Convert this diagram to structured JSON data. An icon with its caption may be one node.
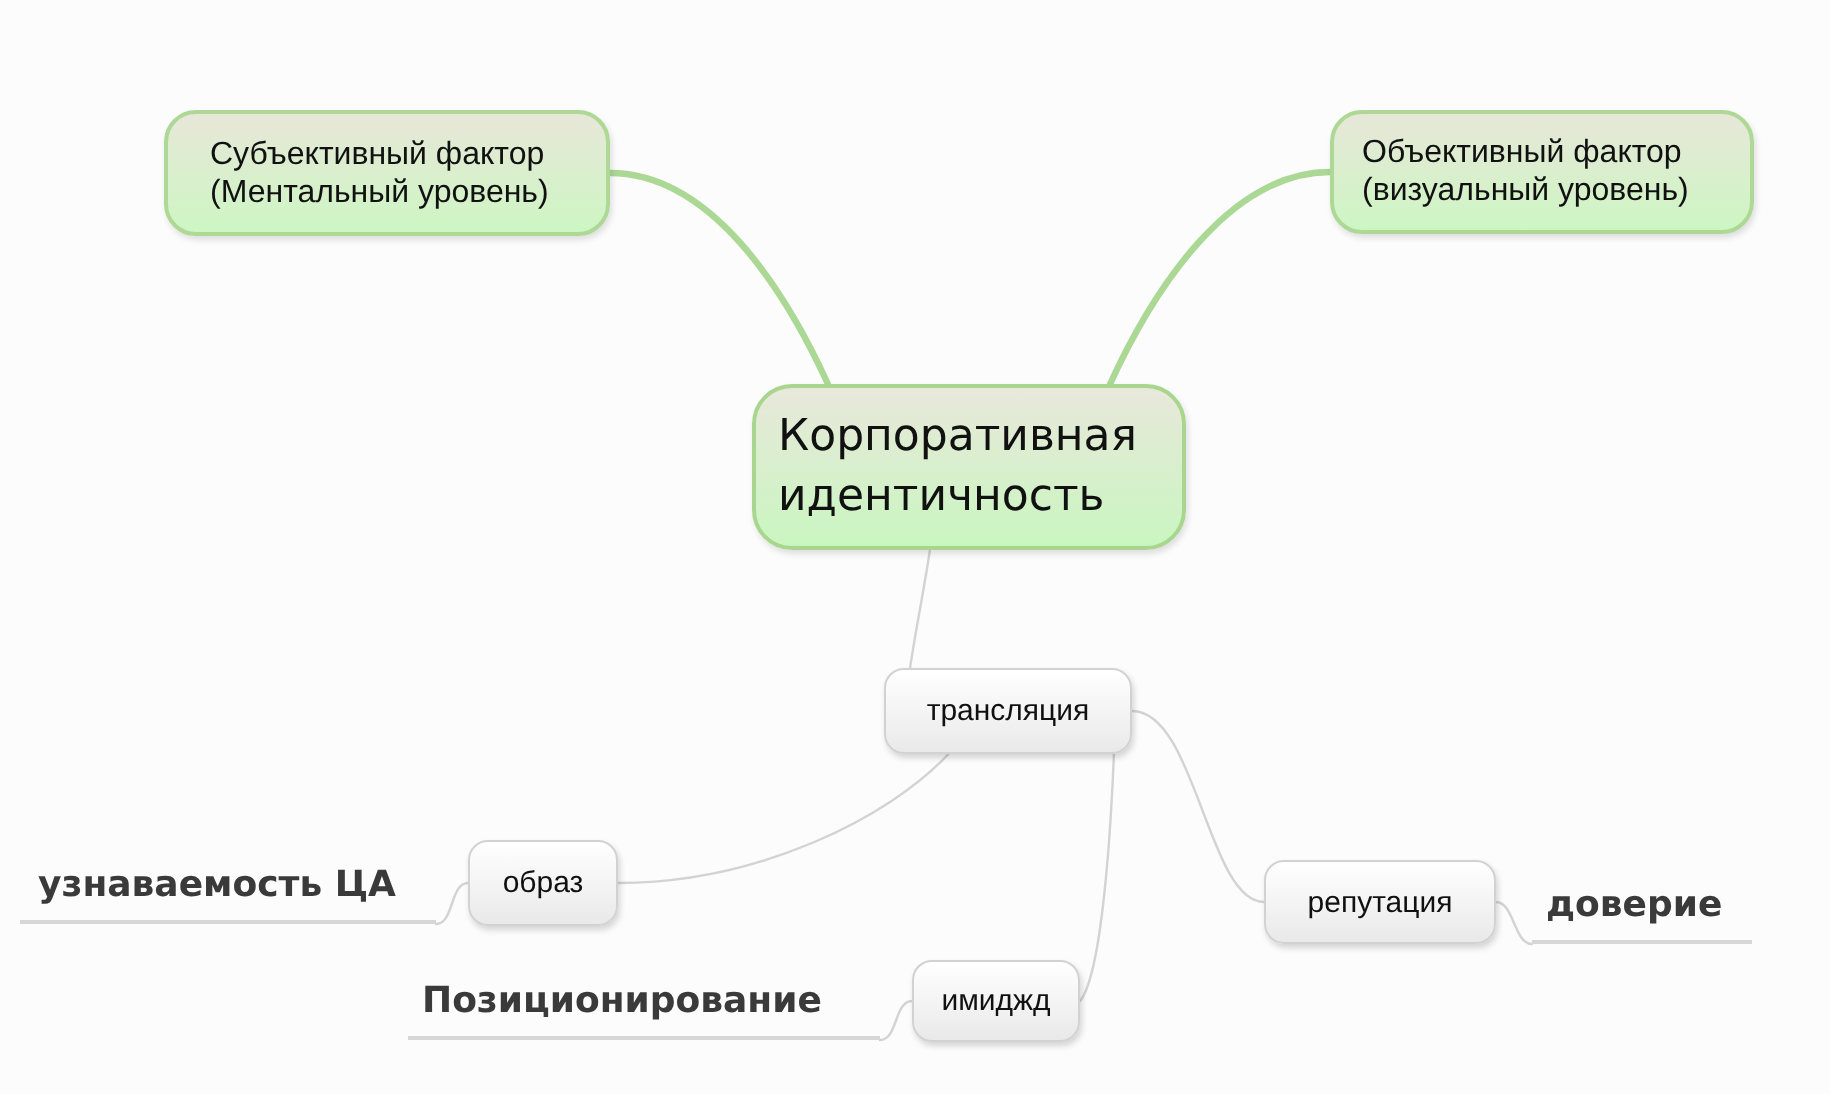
{
  "diagram": {
    "nodes": [
      {
        "text": [
          "Субъективный фактор (Ментальный уровень)"
        ]
      },
      {
        "text": [
          "Объективный фактор (визуальный уровень)"
        ]
      },
      {
        "text": [
          "Корпоративная идентичность"
        ]
      },
      {
        "text": [
          "трансляция"
        ]
      },
      {
        "text": [
          "образ"
        ]
      },
      {
        "text": [
          "репутация"
        ]
      },
      {
        "text": [
          "имиджд"
        ]
      },
      {
        "text": [
          "узнаваемость ЦА"
        ]
      },
      {
        "text": [
          "доверие"
        ]
      },
      {
        "text": [
          "Позиционирование"
        ]
      }
    ],
    "edges": [
      {
        "from": 0,
        "to": 2,
        "arrow": "none",
        "style": "thick",
        "color": "#abd894"
      },
      {
        "from": 1,
        "to": 2,
        "arrow": "none",
        "style": "thick",
        "color": "#abd894"
      },
      {
        "from": 2,
        "to": 3,
        "arrow": "none"
      },
      {
        "from": 3,
        "to": 4,
        "arrow": "none"
      },
      {
        "from": 3,
        "to": 5,
        "arrow": "none"
      },
      {
        "from": 3,
        "to": 6,
        "arrow": "none"
      },
      {
        "from": 4,
        "to": 7,
        "arrow": "none"
      },
      {
        "from": 5,
        "to": 8,
        "arrow": "none"
      },
      {
        "from": 6,
        "to": 9,
        "arrow": "none"
      }
    ]
  }
}
